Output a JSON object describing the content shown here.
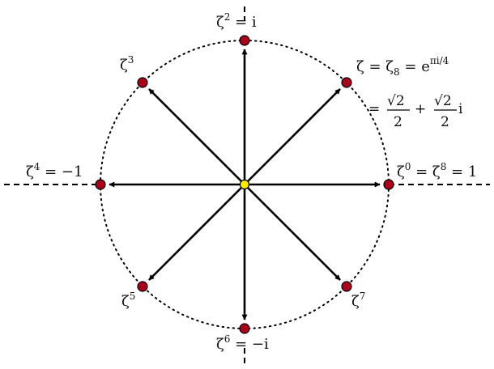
{
  "colors": {
    "root_fill": "#a8001c",
    "center_fill": "#ffee00",
    "stroke": "#000000"
  },
  "labels": {
    "z2": {
      "base": "ζ",
      "sup": "2",
      "rest": " = i"
    },
    "z3": {
      "base": "ζ",
      "sup": "3"
    },
    "z1": {
      "base": "ζ = ζ",
      "sub": "8",
      "rest": " = e",
      "sup": "πi/4"
    },
    "z1_value": {
      "lead": "=",
      "num": "√2",
      "den": "2",
      "plus": "+",
      "tail": "i"
    },
    "z4": {
      "base": "ζ",
      "sup": "4",
      "rest": " = −1"
    },
    "z0": {
      "base": "ζ",
      "sup": "0",
      "mid": " = ζ",
      "sup2": "8",
      "rest": " = 1"
    },
    "z5": {
      "base": "ζ",
      "sup": "5"
    },
    "z6": {
      "base": "ζ",
      "sup": "6",
      "rest": " = −i"
    },
    "z7": {
      "base": "ζ",
      "sup": "7"
    }
  }
}
